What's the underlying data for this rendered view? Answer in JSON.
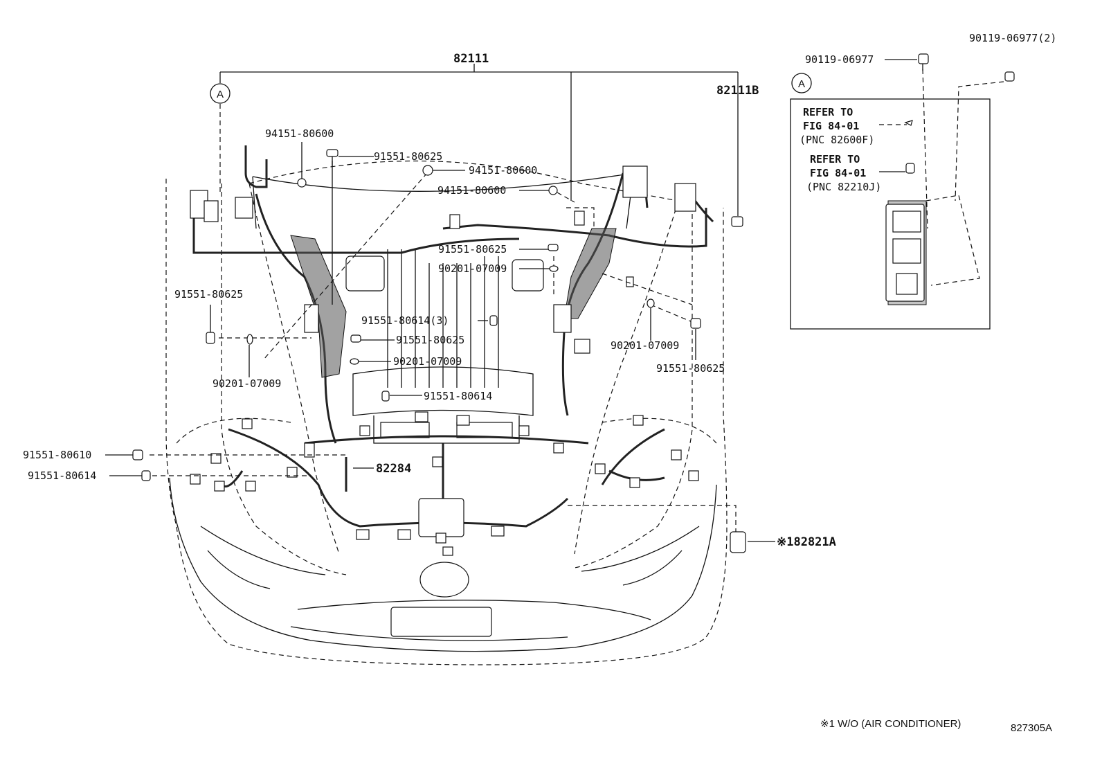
{
  "labels": {
    "main_harness": "82111",
    "harness_b": "82111B",
    "ref_a_main": "A",
    "ref_a_inset": "A",
    "bolt_top_left": "90119-06977",
    "bolt_top_right": "90119-06977(2)",
    "inset_refer1_line1": "REFER TO",
    "inset_refer1_line2": "FIG 84-01",
    "inset_refer1_line3": "(PNC 82600F)",
    "inset_refer2_line1": "REFER TO",
    "inset_refer2_line2": "FIG 84-01",
    "inset_refer2_line3": "(PNC 82210J)",
    "p94151_a": "94151-80600",
    "p91551_a": "91551-80625",
    "p94151_b": "94151-80600",
    "p94151_c": "94151-80600",
    "p91551_b": "91551-80625",
    "p90201_a": "90201-07009",
    "p91551_left": "91551-80625",
    "p91551_80614_3": "91551-80614(3)",
    "p91551_c": "91551-80625",
    "p90201_b": "90201-07009",
    "p90201_right": "90201-07009",
    "p91551_right": "91551-80625",
    "p90201_left": "90201-07009",
    "p91551_80614_mid": "91551-80614",
    "p91551_80610": "91551-80610",
    "p91551_80614_left": "91551-80614",
    "p82284": "82284",
    "p82821a": "※182821A",
    "footnote": "※1 W/O (AIR CONDITIONER)",
    "figure_code": "827305A"
  }
}
